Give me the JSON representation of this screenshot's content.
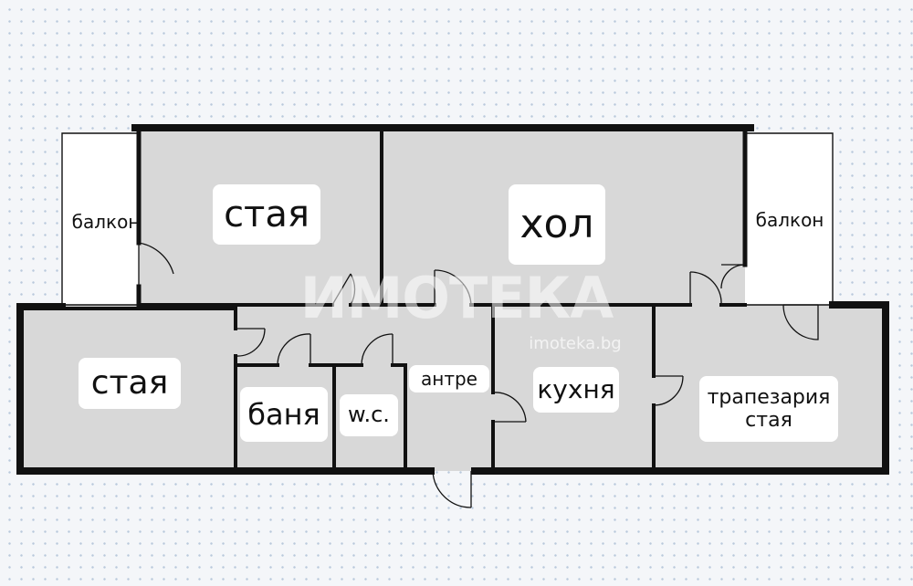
{
  "rooms": {
    "room_top": "стая",
    "hall": "хол",
    "balcony_left": "балкон",
    "balcony_right": "балкон",
    "room_left": "стая",
    "bathroom": "баня",
    "wc": "w.c.",
    "entrance": "антре",
    "kitchen": "кухня",
    "dining_room": "трапезария\nстая"
  },
  "watermark": {
    "brand": "ИМОТЕКА",
    "site": "imoteka.bg"
  },
  "colors": {
    "room_fill": "#d8d8d8",
    "wall": "#111111",
    "balcony_fill": "#ffffff",
    "background_dots": "#b9c9dc"
  }
}
